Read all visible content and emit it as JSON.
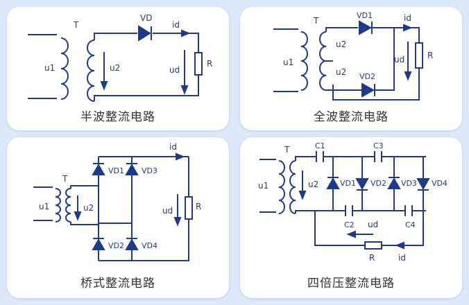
{
  "panels": [
    {
      "caption": "半波整流电路",
      "labels": {
        "T": "T",
        "VD": "VD",
        "id": "id",
        "u1": "u1",
        "u2": "u2",
        "ud": "ud",
        "R": "R"
      }
    },
    {
      "caption": "全波整流电路",
      "labels": {
        "T": "T",
        "VD1": "VD1",
        "VD2": "VD2",
        "id": "id",
        "u1": "u1",
        "u2a": "u2",
        "u2b": "u2",
        "ud": "ud",
        "R": "R"
      }
    },
    {
      "caption": "桥式整流电路",
      "labels": {
        "T": "T",
        "VD1": "VD1",
        "VD2": "VD2",
        "VD3": "VD3",
        "VD4": "VD4",
        "id": "id",
        "u1": "u1",
        "u2": "u2",
        "ud": "ud",
        "R": "R"
      }
    },
    {
      "caption": "四倍压整流电路",
      "labels": {
        "T": "T",
        "C1": "C1",
        "C2": "C2",
        "C3": "C3",
        "C4": "C4",
        "VD1": "VD1",
        "VD2": "VD2",
        "VD3": "VD3",
        "VD4": "VD4",
        "u1": "u1",
        "u2": "u2",
        "ud": "ud",
        "R": "R",
        "id": "id"
      }
    }
  ],
  "colors": {
    "wire": "#1e3a8a",
    "background": "#dde8f8",
    "card": "#ffffff"
  }
}
